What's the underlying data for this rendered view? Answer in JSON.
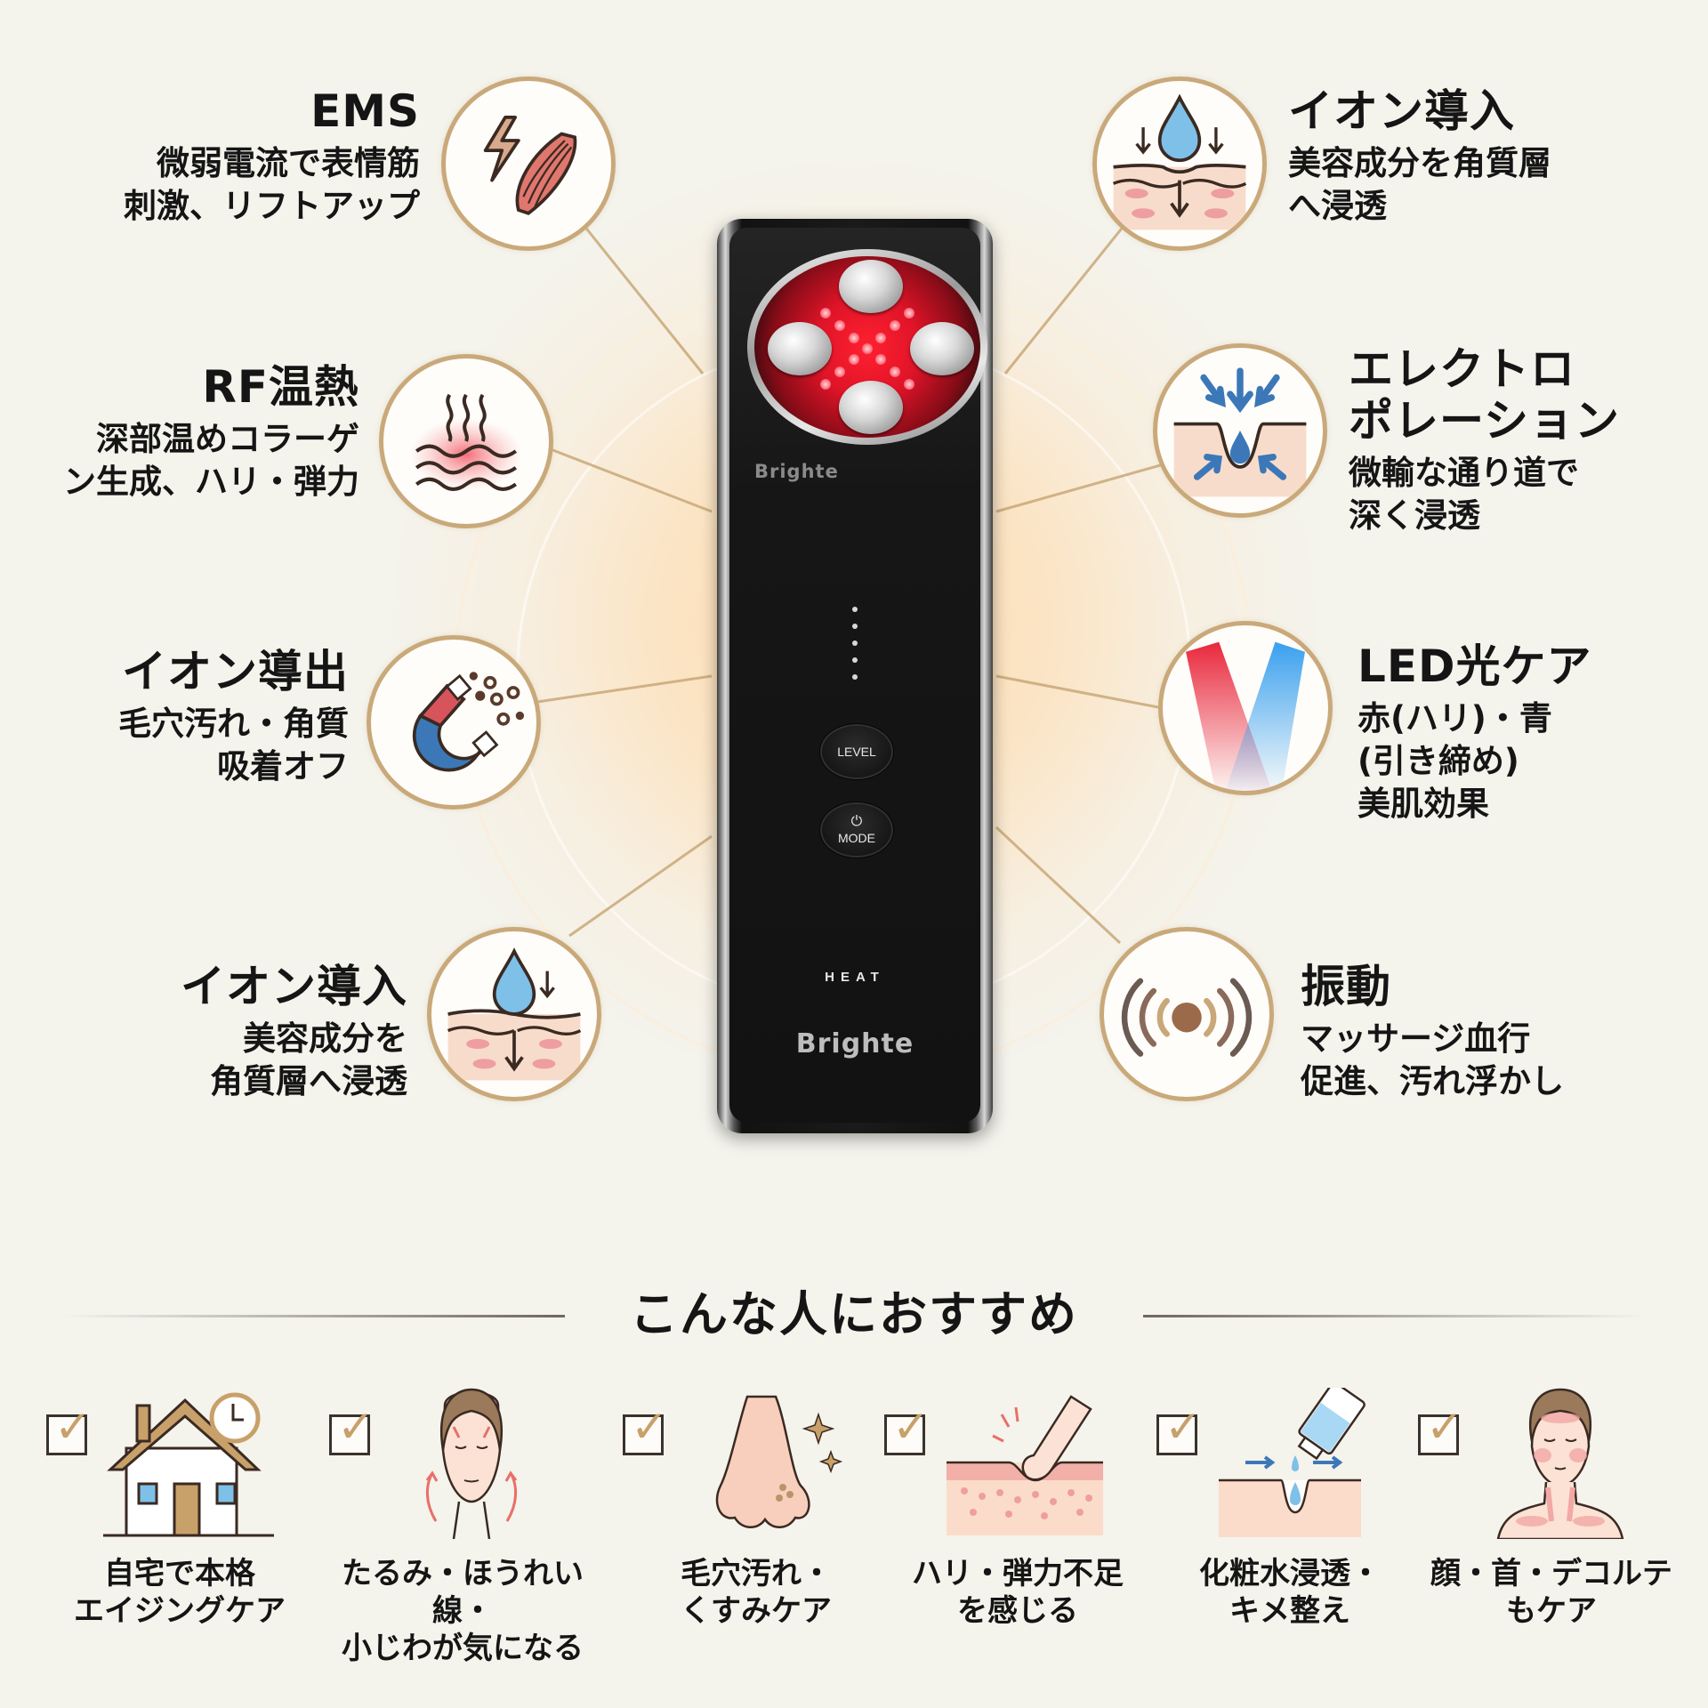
{
  "device": {
    "brand_top": "Brighte",
    "brand_bottom": "Brighte",
    "level_button": "LEVEL",
    "mode_button": "MODE",
    "power_icon": "⏻",
    "heat_label": "HEAT",
    "level_indicator_count": 5,
    "led_color": "#e01428"
  },
  "features": {
    "left": [
      {
        "title": "EMS",
        "desc": [
          "微弱電流で表情筋",
          "刺激、リフトアップ"
        ],
        "icon": "muscle-lightning-icon"
      },
      {
        "title": "RF温熱",
        "desc": [
          "深部温めコラーゲ",
          "ン生成、ハリ・弾力"
        ],
        "icon": "heat-waves-icon"
      },
      {
        "title": "イオン導出",
        "desc": [
          "毛穴汚れ・角質",
          "吸着オフ"
        ],
        "icon": "magnet-icon"
      },
      {
        "title": "イオン導入",
        "desc": [
          "美容成分を",
          "角質層へ浸透"
        ],
        "icon": "droplet-skin-icon"
      }
    ],
    "right": [
      {
        "title": "イオン導入",
        "desc": [
          "美容成分を角質層",
          "へ浸透"
        ],
        "icon": "droplet-skin-icon"
      },
      {
        "title": [
          "エレクトロ",
          "ポレーション"
        ],
        "desc": [
          "微輸な通り道で",
          "深く浸透"
        ],
        "icon": "pore-arrows-icon"
      },
      {
        "title": "LED光ケア",
        "desc": [
          "赤(ハリ)・青",
          "(引き締め)",
          "美肌効果"
        ],
        "icon": "led-light-beams-icon"
      },
      {
        "title": "振動",
        "desc": [
          "マッサージ血行",
          "促進、汚れ浮かし"
        ],
        "icon": "vibration-icon"
      }
    ]
  },
  "recommend": {
    "title": "こんな人におすすめ",
    "check_glyph": "✓",
    "items": [
      {
        "label": [
          "自宅で本格",
          "エイジングケア"
        ],
        "icon": "house-clock-icon"
      },
      {
        "label": [
          "たるみ・ほうれい線・",
          "小じわが気になる"
        ],
        "icon": "face-lift-icon"
      },
      {
        "label": [
          "毛穴汚れ・",
          "くすみケア"
        ],
        "icon": "nose-sparkle-icon"
      },
      {
        "label": [
          "ハリ・弾力不足",
          "を感じる"
        ],
        "icon": "skin-press-icon"
      },
      {
        "label": [
          "化粧水浸透・",
          "キメ整え"
        ],
        "icon": "lotion-bottle-icon"
      },
      {
        "label": [
          "顔・首・デコルテ",
          "もケア"
        ],
        "icon": "face-neck-decollete-icon"
      }
    ]
  },
  "colors": {
    "background": "#f4f3ec",
    "bubble_border": "#c9a97a",
    "connector": "#c8a878",
    "check_gold": "#c8a06a",
    "skin_pink": "#f6c9b8",
    "water_blue": "#7ec0e8"
  }
}
